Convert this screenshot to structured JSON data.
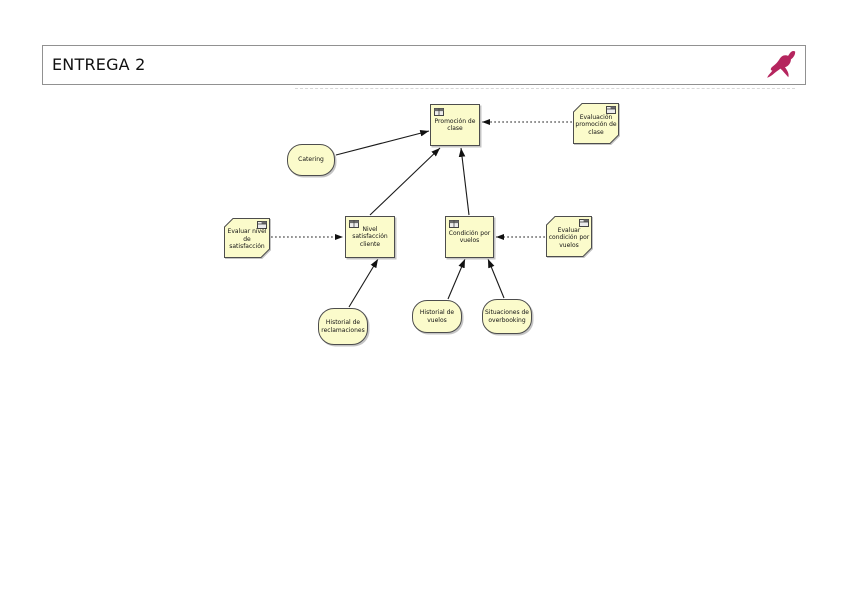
{
  "header": {
    "title": "ENTREGA 2",
    "logo": "archi-antelope-logo"
  },
  "diagram": {
    "colors": {
      "node_fill": "#FBFBCB",
      "node_border": "#4D4D4D",
      "connector": "#1A1A1A",
      "logo": "#B5255E"
    },
    "nodes": {
      "promocion": {
        "label": "Promoción de clase",
        "shape": "rectangle",
        "icon": "table-icon"
      },
      "eval_promocion": {
        "label": "Evaluación promoción de clase",
        "shape": "chamfered-note",
        "icon": "table-icon"
      },
      "catering": {
        "label": "Catering",
        "shape": "stadium"
      },
      "evaluar_nivel": {
        "label": "Evaluar nivel de satisfacción",
        "shape": "chamfered-note",
        "icon": "table-icon"
      },
      "nivel_satisfaccion": {
        "label": "Nivel satisfacción cliente",
        "shape": "rectangle",
        "icon": "table-icon"
      },
      "condicion_vuelos": {
        "label": "Condición por vuelos",
        "shape": "rectangle",
        "icon": "table-icon"
      },
      "evaluar_condicion": {
        "label": "Evaluar condición por vuelos",
        "shape": "chamfered-note",
        "icon": "table-icon"
      },
      "historial_reclamaciones": {
        "label": "Historial de reclamaciones",
        "shape": "stadium"
      },
      "historial_vuelos": {
        "label": "Historial de vuelos",
        "shape": "stadium"
      },
      "situaciones_overbooking": {
        "label": "Situaciones de overbooking",
        "shape": "stadium"
      }
    },
    "edges": [
      {
        "from": "catering",
        "to": "promocion",
        "style": "solid-arrow"
      },
      {
        "from": "nivel_satisfaccion",
        "to": "promocion",
        "style": "solid-arrow"
      },
      {
        "from": "condicion_vuelos",
        "to": "promocion",
        "style": "solid-arrow"
      },
      {
        "from": "historial_reclamaciones",
        "to": "nivel_satisfaccion",
        "style": "solid-arrow"
      },
      {
        "from": "historial_vuelos",
        "to": "condicion_vuelos",
        "style": "solid-arrow"
      },
      {
        "from": "situaciones_overbooking",
        "to": "condicion_vuelos",
        "style": "solid-arrow"
      },
      {
        "from": "eval_promocion",
        "to": "promocion",
        "style": "dotted-arrow"
      },
      {
        "from": "evaluar_nivel",
        "to": "nivel_satisfaccion",
        "style": "dotted-arrow"
      },
      {
        "from": "evaluar_condicion",
        "to": "condicion_vuelos",
        "style": "dotted-arrow"
      }
    ]
  }
}
